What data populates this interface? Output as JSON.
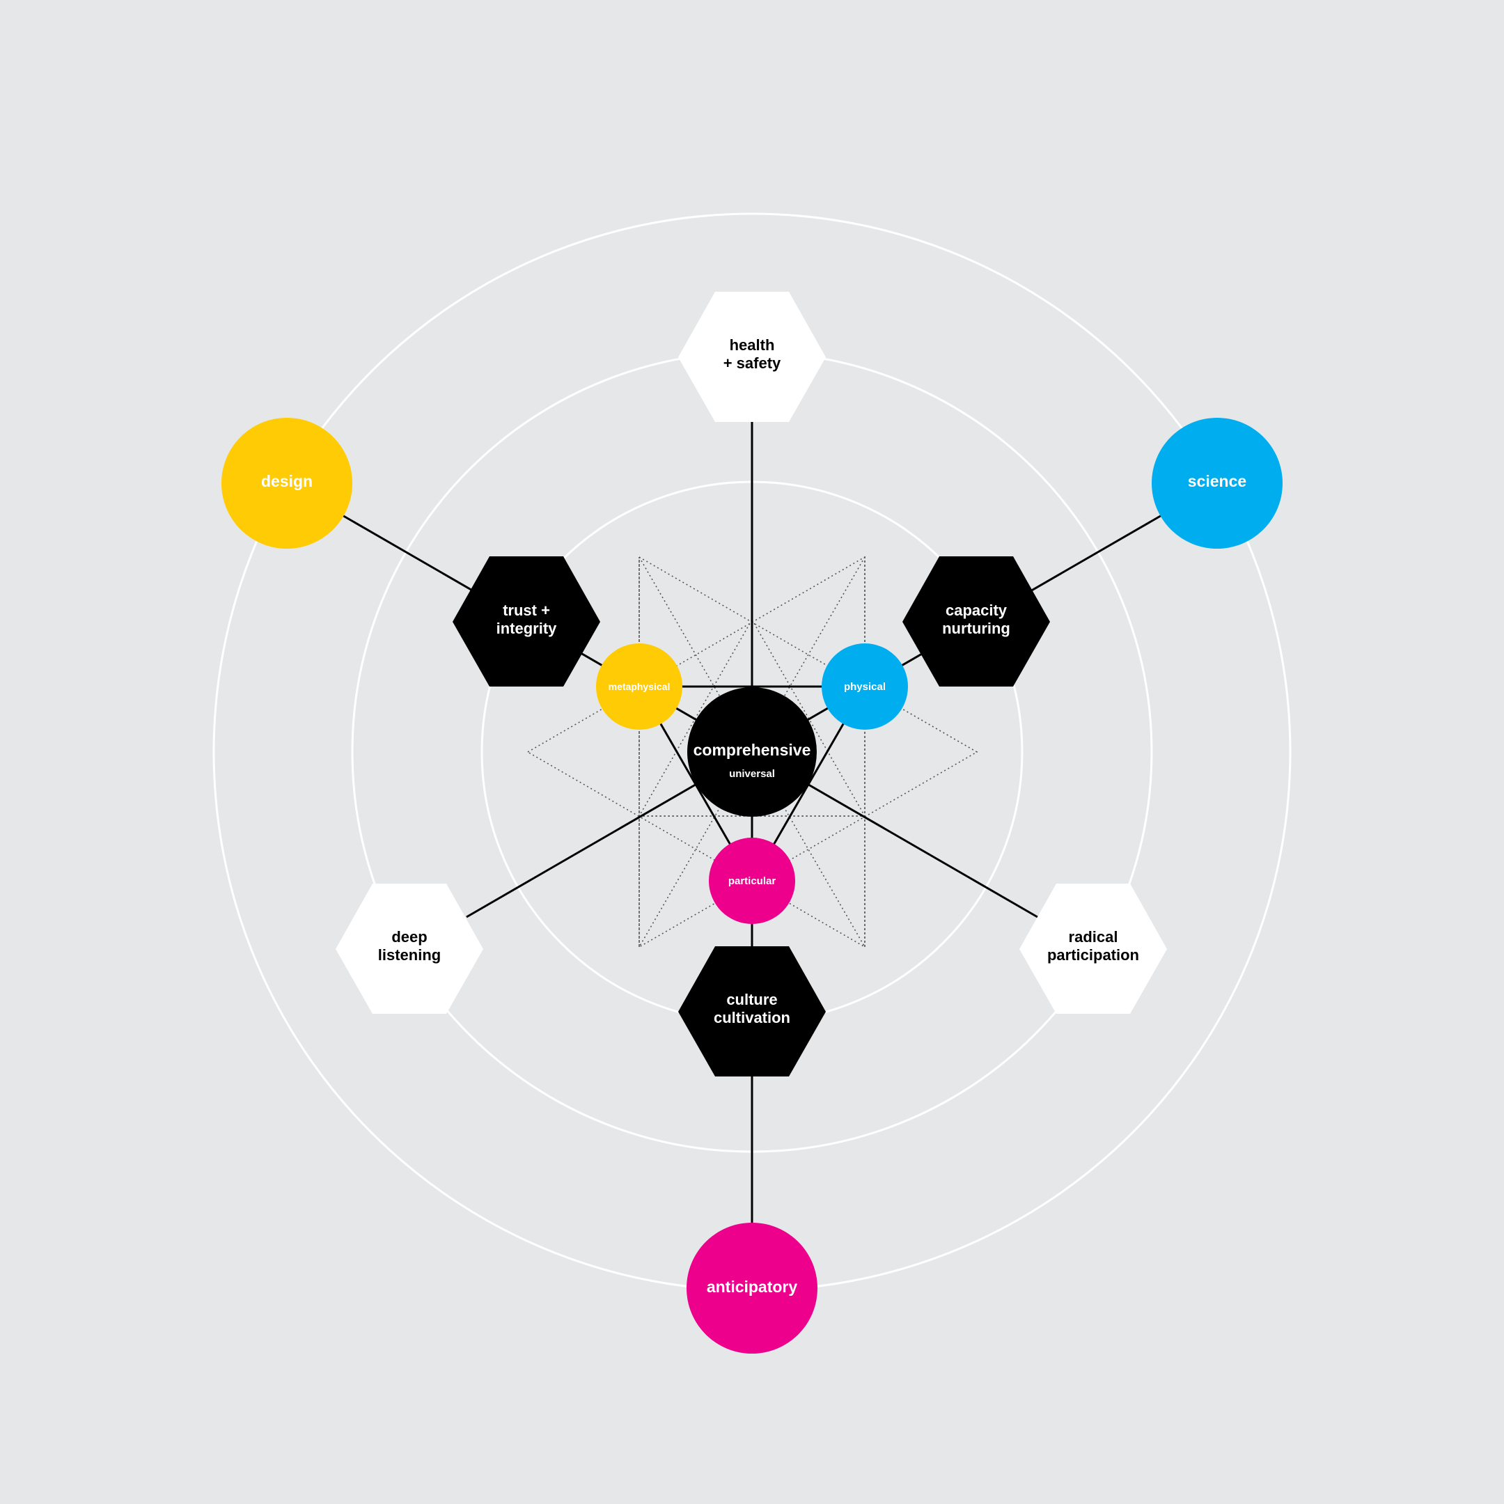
{
  "colors": {
    "background": "#e6e7e8",
    "ring": "#ffffff",
    "yellow": "#ffcb05",
    "blue": "#00aeef",
    "magenta": "#ec008c",
    "black": "#000000",
    "white": "#ffffff"
  },
  "center": {
    "title": "comprehensive",
    "subtitle": "universal"
  },
  "inner_nodes": {
    "metaphysical": "metaphysical",
    "physical": "physical",
    "particular": "particular"
  },
  "black_hexagons": {
    "trust_integrity": [
      "trust +",
      "integrity"
    ],
    "capacity_nurturing": [
      "capacity",
      "nurturing"
    ],
    "culture_cultivation": [
      "culture",
      "cultivation"
    ]
  },
  "white_hexagons": {
    "health_safety": [
      "health",
      "+ safety"
    ],
    "deep_listening": [
      "deep",
      "listening"
    ],
    "radical_participation": [
      "radical",
      "participation"
    ]
  },
  "outer_nodes": {
    "design": "design",
    "science": "science",
    "anticipatory": "anticipatory"
  }
}
